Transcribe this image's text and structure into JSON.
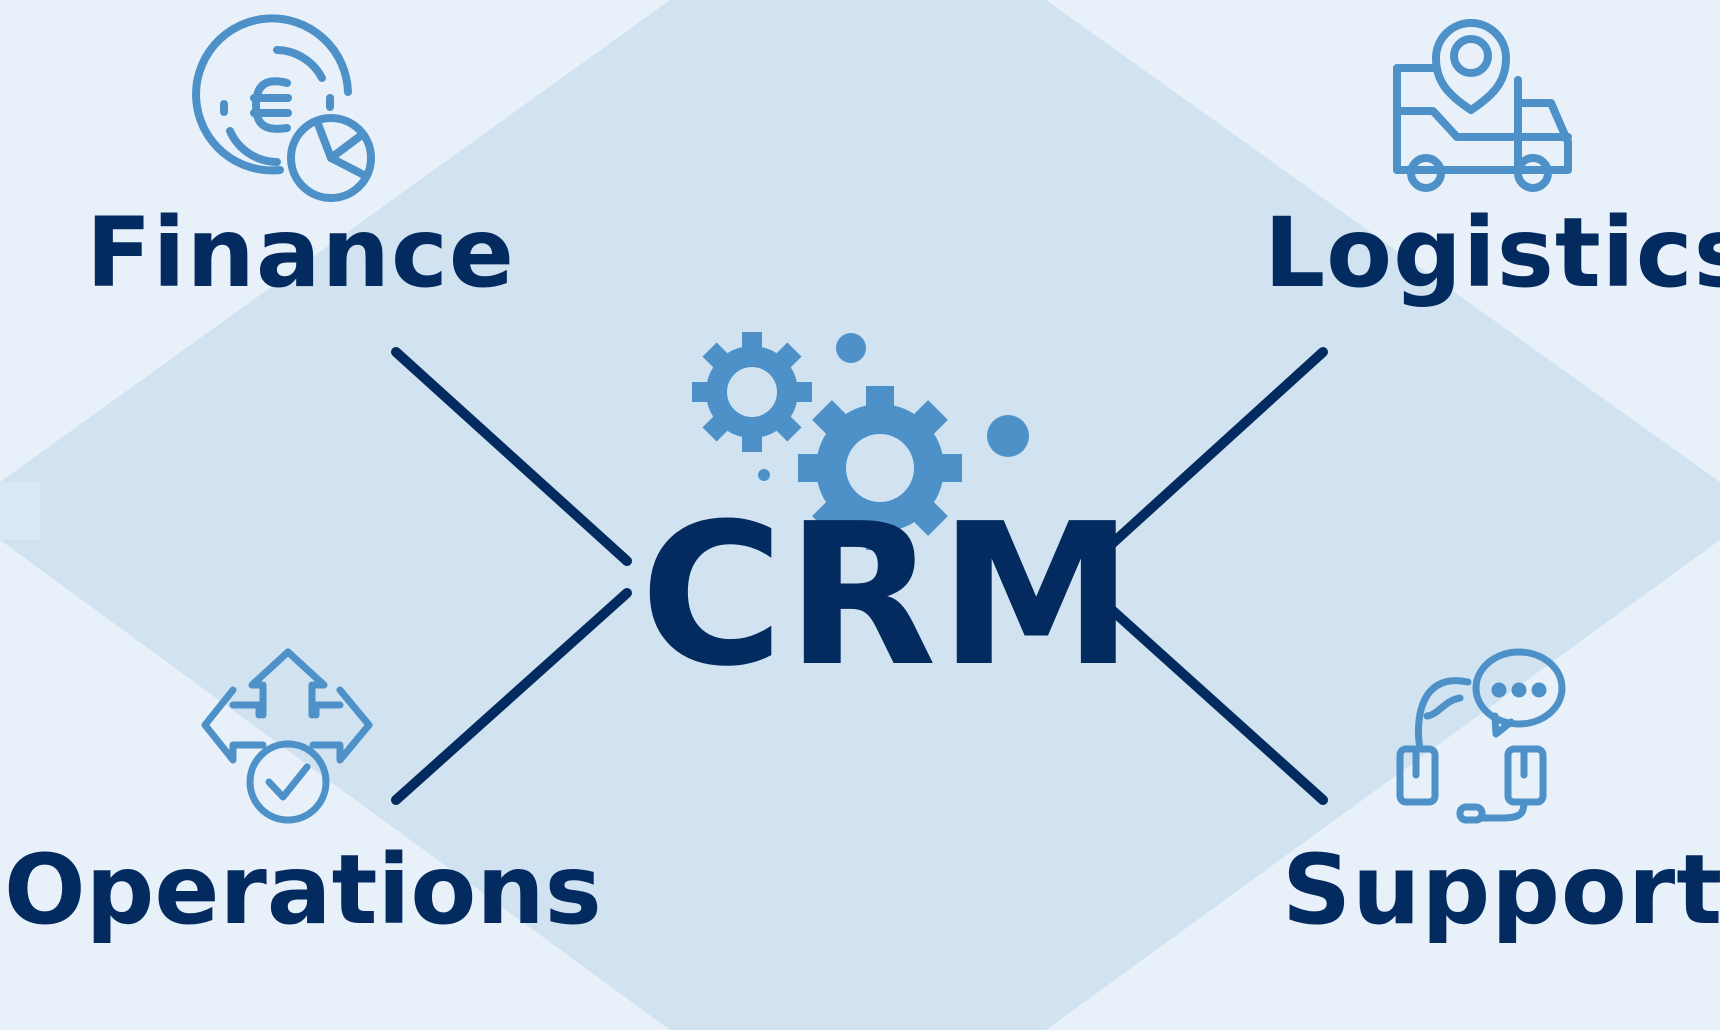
{
  "center": {
    "title": "CRM"
  },
  "modules": {
    "finance": {
      "label": "Finance",
      "icon": "euro-coin-pie-chart-icon"
    },
    "logistics": {
      "label": "Logistics",
      "icon": "delivery-truck-location-pin-icon"
    },
    "operations": {
      "label": "Operations",
      "icon": "arrows-checkmark-icon"
    },
    "support": {
      "label": "Support",
      "icon": "chat-support-hand-icon"
    }
  },
  "decor": {
    "gears_icon": "gears-icon"
  },
  "colors": {
    "background": "#e8f1f9",
    "diamond": "#d1e3f1",
    "navy": "#032b5f",
    "icon_blue": "#4e91c8"
  }
}
